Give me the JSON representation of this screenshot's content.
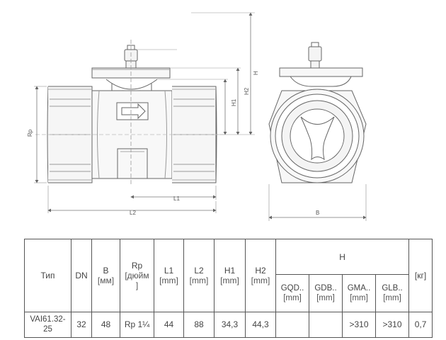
{
  "drawing": {
    "dims": {
      "h": "H",
      "h1": "H1",
      "h2": "H2",
      "rp": "Rp",
      "l1": "L1",
      "l2": "L2",
      "b": "B"
    }
  },
  "table": {
    "headers": {
      "type": "Тип",
      "dn": "DN",
      "b": "B",
      "b_unit": "[мм]",
      "rp": "Rp",
      "rp_unit": "[дюйм",
      "rp_unit_end": "]",
      "l1": "L1",
      "l1_unit": "[mm]",
      "l2": "L2",
      "l2_unit": "[mm]",
      "h1": "H1",
      "h1_unit": "[mm]",
      "h2": "H2",
      "h2_unit": "[mm]",
      "h": "H",
      "h_sub": [
        {
          "label": "GQD..",
          "unit": "[mm]"
        },
        {
          "label": "GDB..",
          "unit": "[mm]"
        },
        {
          "label": "GMA..",
          "unit": "[mm]"
        },
        {
          "label": "GLB..",
          "unit": "[mm]"
        }
      ],
      "kg": "[кг]"
    },
    "row": {
      "type_line1": "VAI61.32-",
      "type_line2": "25",
      "dn": "32",
      "b": "48",
      "rp": "Rp 1¼",
      "l1": "44",
      "l2": "88",
      "h1": "34,3",
      "h2": "44,3",
      "gqd": "",
      "gdb": "",
      "gma": ">310",
      "glb": ">310",
      "kg": "0,7"
    }
  }
}
